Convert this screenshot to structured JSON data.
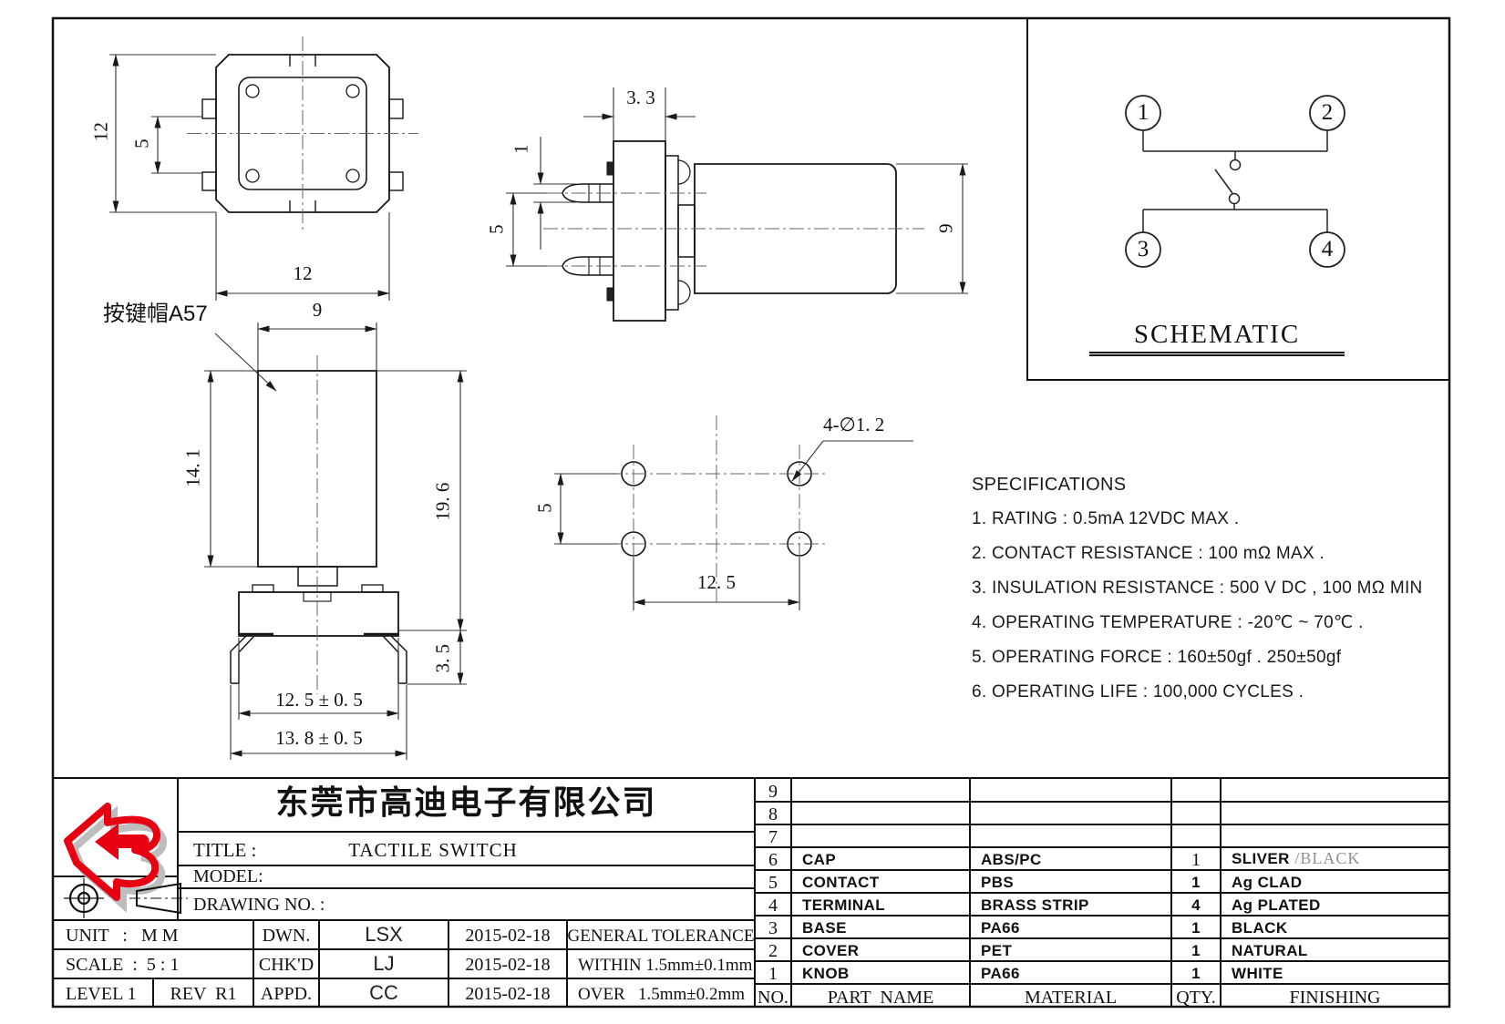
{
  "views": {
    "top_view": {
      "dim_height": "12",
      "dim_tab_pitch": "5",
      "dim_width": "12"
    },
    "side_view": {
      "dim_base_thickness": "3. 3",
      "dim_pin_width": "1",
      "dim_pin_pitch": "5",
      "dim_body_dia": "9"
    },
    "front_view": {
      "cap_label": "按键帽A57",
      "dim_cap_width": "9",
      "dim_cap_height": "14. 1",
      "dim_total_height": "19. 6",
      "dim_pin_length": "3. 5",
      "dim_base_width": "12. 5 ± 0. 5",
      "dim_pin_spread": "13. 8 ± 0. 5"
    },
    "pcb_view": {
      "dim_hole_pitch_v": "5",
      "dim_hole_pitch_h": "12. 5",
      "hole_callout": "4-∅1. 2"
    }
  },
  "schematic": {
    "title": "SCHEMATIC",
    "pin1": "1",
    "pin2": "2",
    "pin3": "3",
    "pin4": "4"
  },
  "specifications": {
    "title": "SPECIFICATIONS",
    "items": [
      "1. RATING : 0.5mA 12VDC MAX .",
      "2. CONTACT RESISTANCE : 100 mΩ MAX .",
      "3. INSULATION RESISTANCE : 500 V DC , 100 MΩ MIN",
      "4. OPERATING TEMPERATURE : -20℃ ~ 70℃ .",
      "5. OPERATING FORCE : 160±50gf . 250±50gf",
      "6. OPERATING LIFE : 100,000 CYCLES ."
    ]
  },
  "title_block": {
    "company": "东莞市高迪电子有限公司",
    "title_label": "TITLE :",
    "title_value": "TACTILE SWITCH",
    "model_label": "MODEL:",
    "drawing_no_label": "DRAWING NO. :",
    "unit": "UNIT   :   M M",
    "scale": "SCALE  :  5 : 1",
    "level": "LEVEL 1",
    "rev": "REV  R1",
    "dwn_label": "DWN.",
    "chkd_label": "CHK'D",
    "appd_label": "APPD.",
    "dwn_by": "LSX",
    "chkd_by": "LJ",
    "appd_by": "CC",
    "dwn_date": "2015-02-18",
    "chkd_date": "2015-02-18",
    "appd_date": "2015-02-18",
    "tolerance_title": "GENERAL TOLERANCE",
    "tolerance_within": "WITHIN 1.5mm±0.1mm",
    "tolerance_over": "OVER   1.5mm±0.2mm"
  },
  "parts_table": {
    "header": {
      "no": "NO.",
      "part": "PART  NAME",
      "material": "MATERIAL",
      "qty": "QTY.",
      "finishing": "FINISHING"
    },
    "rows": [
      {
        "no": "9",
        "part": "",
        "material": "",
        "qty": "",
        "fin": "",
        "fin2": ""
      },
      {
        "no": "8",
        "part": "",
        "material": "",
        "qty": "",
        "fin": "",
        "fin2": ""
      },
      {
        "no": "7",
        "part": "",
        "material": "",
        "qty": "",
        "fin": "",
        "fin2": ""
      },
      {
        "no": "6",
        "part": "CAP",
        "material": "ABS/PC",
        "qty": "1",
        "fin": "SLIVER",
        "fin2": " /BLACK"
      },
      {
        "no": "5",
        "part": "CONTACT",
        "material": "PBS",
        "qty": "1",
        "fin": "Ag CLAD",
        "fin2": ""
      },
      {
        "no": "4",
        "part": "TERMINAL",
        "material": "BRASS STRIP",
        "qty": "4",
        "fin": "Ag PLATED",
        "fin2": ""
      },
      {
        "no": "3",
        "part": "BASE",
        "material": "PA66",
        "qty": "1",
        "fin": "BLACK",
        "fin2": ""
      },
      {
        "no": "2",
        "part": "COVER",
        "material": "PET",
        "qty": "1",
        "fin": "NATURAL",
        "fin2": ""
      },
      {
        "no": "1",
        "part": "KNOB",
        "material": "PA66",
        "qty": "1",
        "fin": "WHITE",
        "fin2": ""
      }
    ]
  },
  "colors": {
    "line": "#111111",
    "logo_red": "#e60012",
    "shadow_gray": "#bdbdbd"
  }
}
